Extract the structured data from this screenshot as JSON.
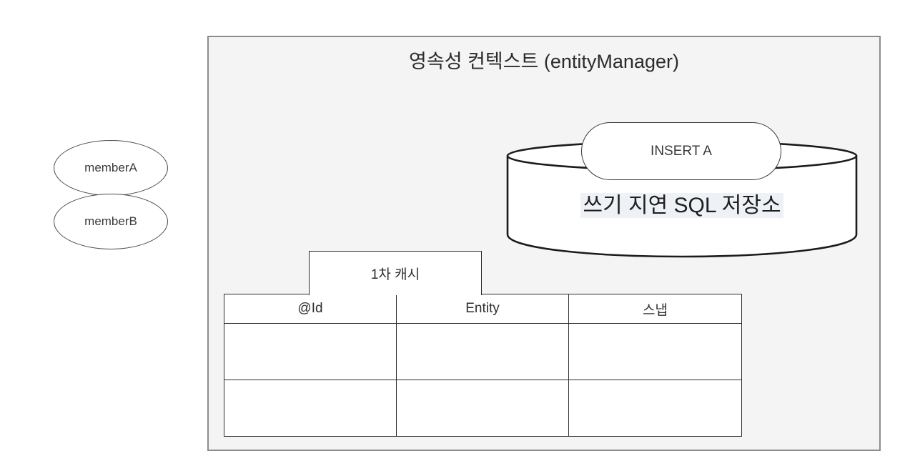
{
  "diagram": {
    "type": "jpa-persistence-context",
    "context_box": {
      "title": "영속성 컨텍스트 (entityManager)"
    },
    "entities": [
      {
        "label": "memberA",
        "shape": "ellipse"
      },
      {
        "label": "memberB",
        "shape": "ellipse"
      }
    ],
    "sql_store": {
      "label": "쓰기 지연 SQL 저장소",
      "shape": "cylinder",
      "queued_statements": [
        {
          "label": "INSERT A",
          "shape": "rounded-rectangle"
        }
      ]
    },
    "first_level_cache": {
      "tab_label": "1차 캐시",
      "columns": [
        "@Id",
        "Entity",
        "스냅"
      ],
      "rows": [
        [
          "",
          "",
          ""
        ],
        [
          "",
          "",
          ""
        ]
      ]
    }
  },
  "colors": {
    "page_background": "#ffffff",
    "context_background": "#f4f4f4",
    "context_border": "#8d8d8d",
    "shape_stroke": "#1b1b1b",
    "shape_fill": "#ffffff",
    "text": "#2e2e2e",
    "label_highlight": "#eef1f6"
  }
}
